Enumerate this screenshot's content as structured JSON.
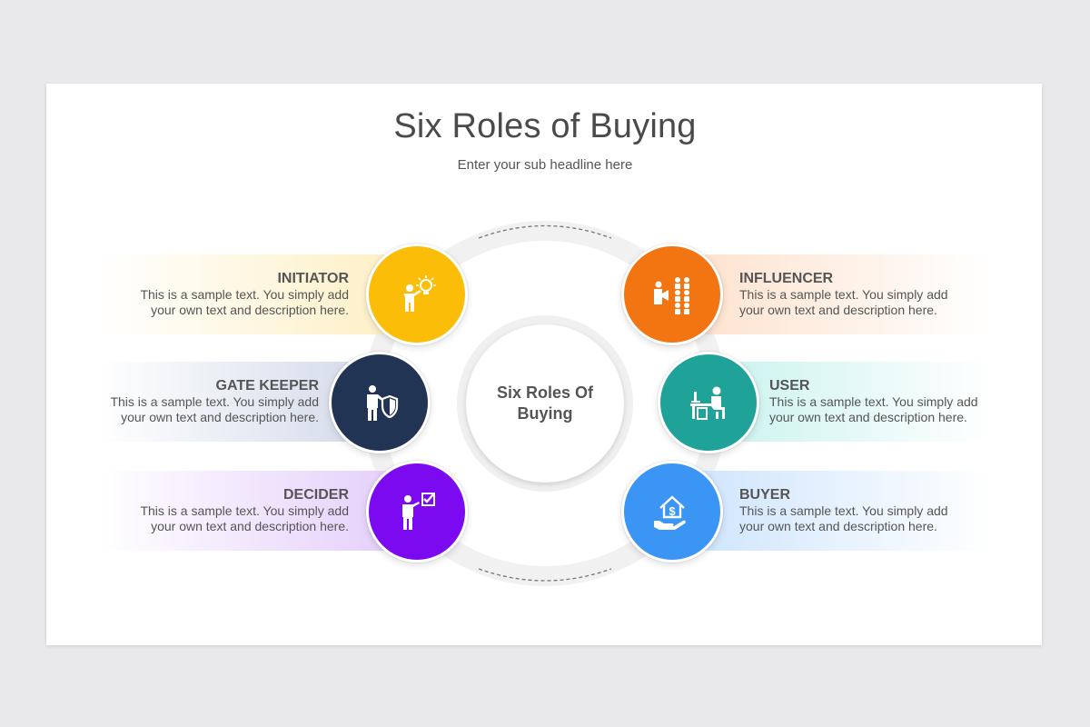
{
  "title": "Six Roles of Buying",
  "subtitle": "Enter your sub headline here",
  "center": {
    "line1": "Six Roles Of",
    "line2": "Buying"
  },
  "roles": [
    {
      "name": "INITIATOR",
      "desc1": "This is a sample text. You simply add",
      "desc2": "your own text and description here.",
      "color": "#fbbd08",
      "icon": "person-lightbulb-icon"
    },
    {
      "name": "GATE KEEPER",
      "desc1": "This is a sample text. You simply add",
      "desc2": "your own text and description here.",
      "color": "#223454",
      "icon": "person-shield-icon"
    },
    {
      "name": "DECIDER",
      "desc1": "This is a sample text. You simply add",
      "desc2": "your own text and description here.",
      "color": "#7c0af0",
      "icon": "person-checkbox-icon"
    },
    {
      "name": "INFLUENCER",
      "desc1": "This is a sample text. You simply add",
      "desc2": "your own text and description here.",
      "color": "#f27511",
      "icon": "megaphone-audience-icon"
    },
    {
      "name": "USER",
      "desc1": "This is a sample text. You simply add",
      "desc2": "your own text and description here.",
      "color": "#1fa399",
      "icon": "person-at-desk-icon"
    },
    {
      "name": "BUYER",
      "desc1": "This is a sample text. You simply add",
      "desc2": "your own text and description here.",
      "color": "#3b95f4",
      "icon": "hand-house-dollar-icon"
    }
  ]
}
